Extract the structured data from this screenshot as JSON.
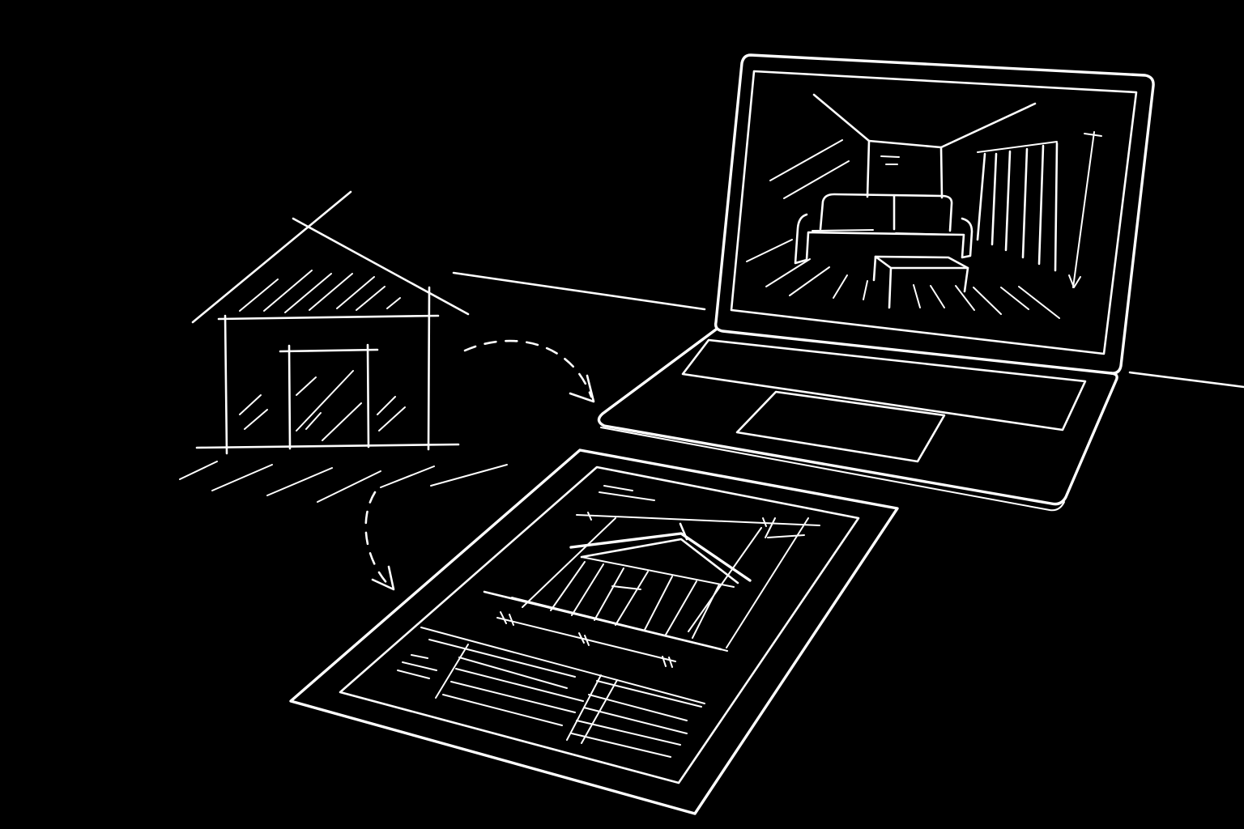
{
  "palette": {
    "background": "#000000",
    "line": "#ffffff"
  },
  "illustration": {
    "style": "white line sketch on black",
    "elements": [
      "house-sketch",
      "laptop",
      "blueprint-tablet",
      "dashed-arrow-to-laptop",
      "dashed-arrow-to-tablet"
    ]
  }
}
